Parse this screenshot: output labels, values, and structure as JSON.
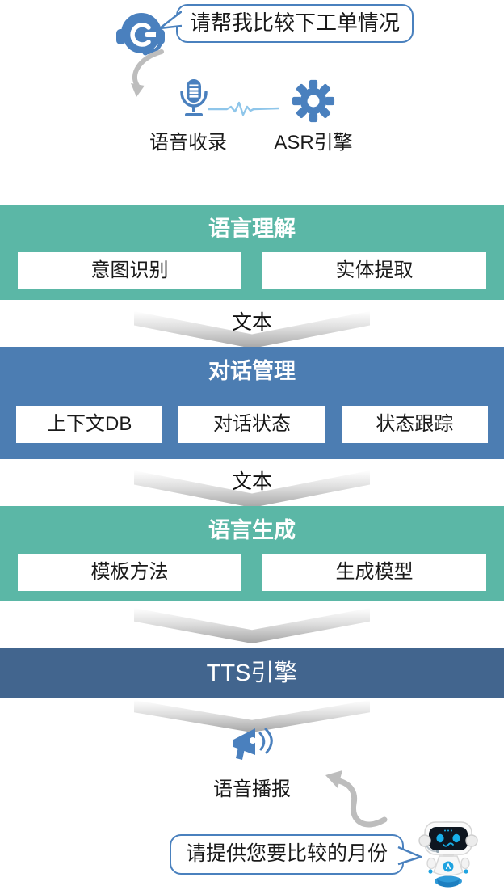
{
  "colors": {
    "green": "#5BB7A6",
    "blue": "#4C7DB2",
    "dark_blue": "#42658E",
    "icon_blue": "#4A80BE",
    "bubble_border": "#4A81BE",
    "wave_blue": "#8FC6EA",
    "arrow_gray": "#BDBDBD"
  },
  "top": {
    "user_bubble_text": "请帮我比较下工单情况",
    "voice_capture_label": "语音收录",
    "asr_label": "ASR引擎"
  },
  "blocks": [
    {
      "title": "语言理解",
      "items": [
        "意图识别",
        "实体提取"
      ]
    },
    {
      "title": "对话管理",
      "items": [
        "上下文DB",
        "对话状态",
        "状态跟踪"
      ]
    },
    {
      "title": "语言生成",
      "items": [
        "模板方法",
        "生成模型"
      ]
    },
    {
      "title": "TTS引擎",
      "items": []
    }
  ],
  "connectors": [
    {
      "label": "文本"
    },
    {
      "label": "文本"
    },
    {
      "label": ""
    },
    {
      "label": ""
    }
  ],
  "bottom": {
    "speaker_label": "语音播报",
    "bot_bubble_text": "请提供您要比较的月份"
  },
  "icons": {
    "agent": "headset-agent-icon",
    "microphone": "microphone-icon",
    "waveform": "waveform-icon",
    "gear": "gear-icon",
    "megaphone": "megaphone-icon",
    "robot": "robot-icon",
    "arrow_down": "curved-arrow-down-icon",
    "arrow_up": "curved-arrow-up-icon"
  }
}
